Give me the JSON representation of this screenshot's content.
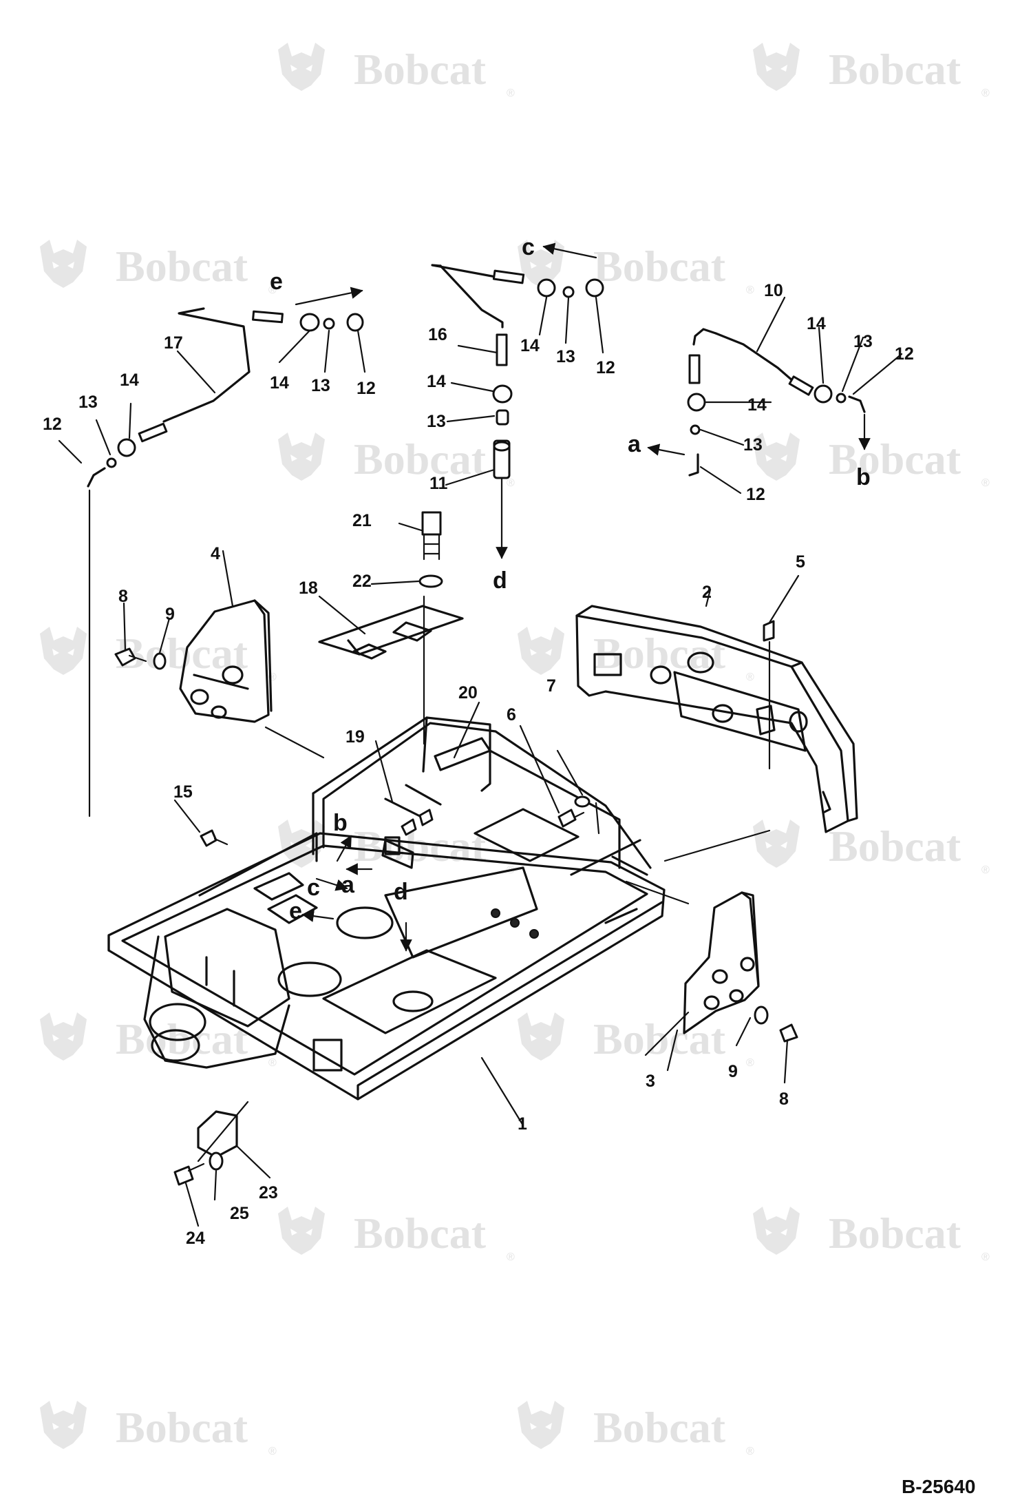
{
  "watermark": {
    "brand": "Bobcat",
    "registered": "®"
  },
  "drawing_number": "B-25640",
  "callouts": {
    "p1": "1",
    "p2": "2",
    "p3": "3",
    "p4": "4",
    "p5": "5",
    "p6": "6",
    "p7": "7",
    "p8a": "8",
    "p8b": "8",
    "p9a": "9",
    "p9b": "9",
    "p10": "10",
    "p11": "11",
    "p12a": "12",
    "p12b": "12",
    "p12c": "12",
    "p12d": "12",
    "p12e": "12",
    "p13a": "13",
    "p13b": "13",
    "p13c": "13",
    "p13d": "13",
    "p13e": "13",
    "p14a": "14",
    "p14b": "14",
    "p14c": "14",
    "p14d": "14",
    "p14e": "14",
    "p15": "15",
    "p16": "16",
    "p17": "17",
    "p18": "18",
    "p19": "19",
    "p20": "20",
    "p21": "21",
    "p22": "22",
    "p23": "23",
    "p24": "24",
    "p25": "25"
  },
  "connection_refs": {
    "c_top": "c",
    "e_top": "e",
    "b_right": "b",
    "a_right": "a",
    "d_mid": "d",
    "b_frame": "b",
    "c_frame": "c",
    "a_frame": "a",
    "e_frame": "e",
    "d_frame": "d"
  }
}
